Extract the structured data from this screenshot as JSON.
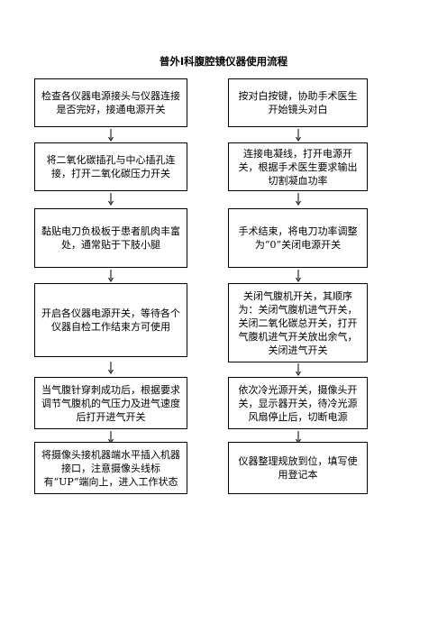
{
  "title": "普外Ⅰ科腹腔镜仪器使用流程",
  "left_steps": [
    "检查各仪器电源接头与仪器连接是否完好，接通电源开关",
    "将二氧化碳插孔与中心插孔连接，打开二氧化碳压力开关",
    "黏贴电刀负极板于患者肌肉丰富处，通常贴于下肢小腿",
    "开启各仪器电源开关，等待各个仪器自检工作结束方可使用",
    "当气腹针穿刺成功后，根据要求调节气腹机的气压力及进气速度后打开进气开关",
    "将摄像头接机器端水平插入机器接口，注意摄像头线标有“UP”端向上，进入工作状态"
  ],
  "right_steps": [
    "按对白按键，协助手术医生开始镜头对白",
    "连接电凝线，打开电源开关，根据手术医生要求输出切割凝血功率",
    "手术结束，将电刀功率调整为“0”关闭电源开关",
    "关闭气腹机开关，其顺序为：关闭气腹机进气开关，关闭二氧化碳总开关，打开气腹机进气开关放出余气，关闭进气开关",
    "依次冷光源开关，摄像头开关，显示器开关，待冷光源风扇停止后，切断电源",
    "仪器整理规放到位，填写使用登记本"
  ]
}
